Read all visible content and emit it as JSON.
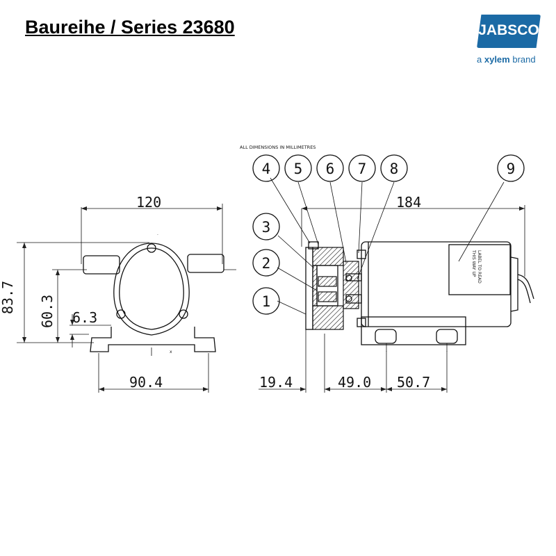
{
  "header": {
    "title": "Baureihe / Series 23680"
  },
  "logo": {
    "brand": "JABSCO",
    "tagline_prefix": "a",
    "tagline_brand": "xylem",
    "tagline_suffix": "brand"
  },
  "drawing": {
    "note": "ALL DIMENSIONS IN MILLIMETRES",
    "front_view": {
      "width_top": "120",
      "height_total": "83.7",
      "height_axis": "60.3",
      "foot_height": "6.3",
      "base_width": "90.4"
    },
    "side_view": {
      "length_total": "184",
      "seg_1": "19.4",
      "seg_2": "49.0",
      "seg_3": "50.7",
      "label_line_1": "LABEL TO READ",
      "label_line_2": "THIS WAY UP"
    },
    "callouts": [
      "1",
      "2",
      "3",
      "4",
      "5",
      "6",
      "7",
      "8",
      "9"
    ]
  }
}
